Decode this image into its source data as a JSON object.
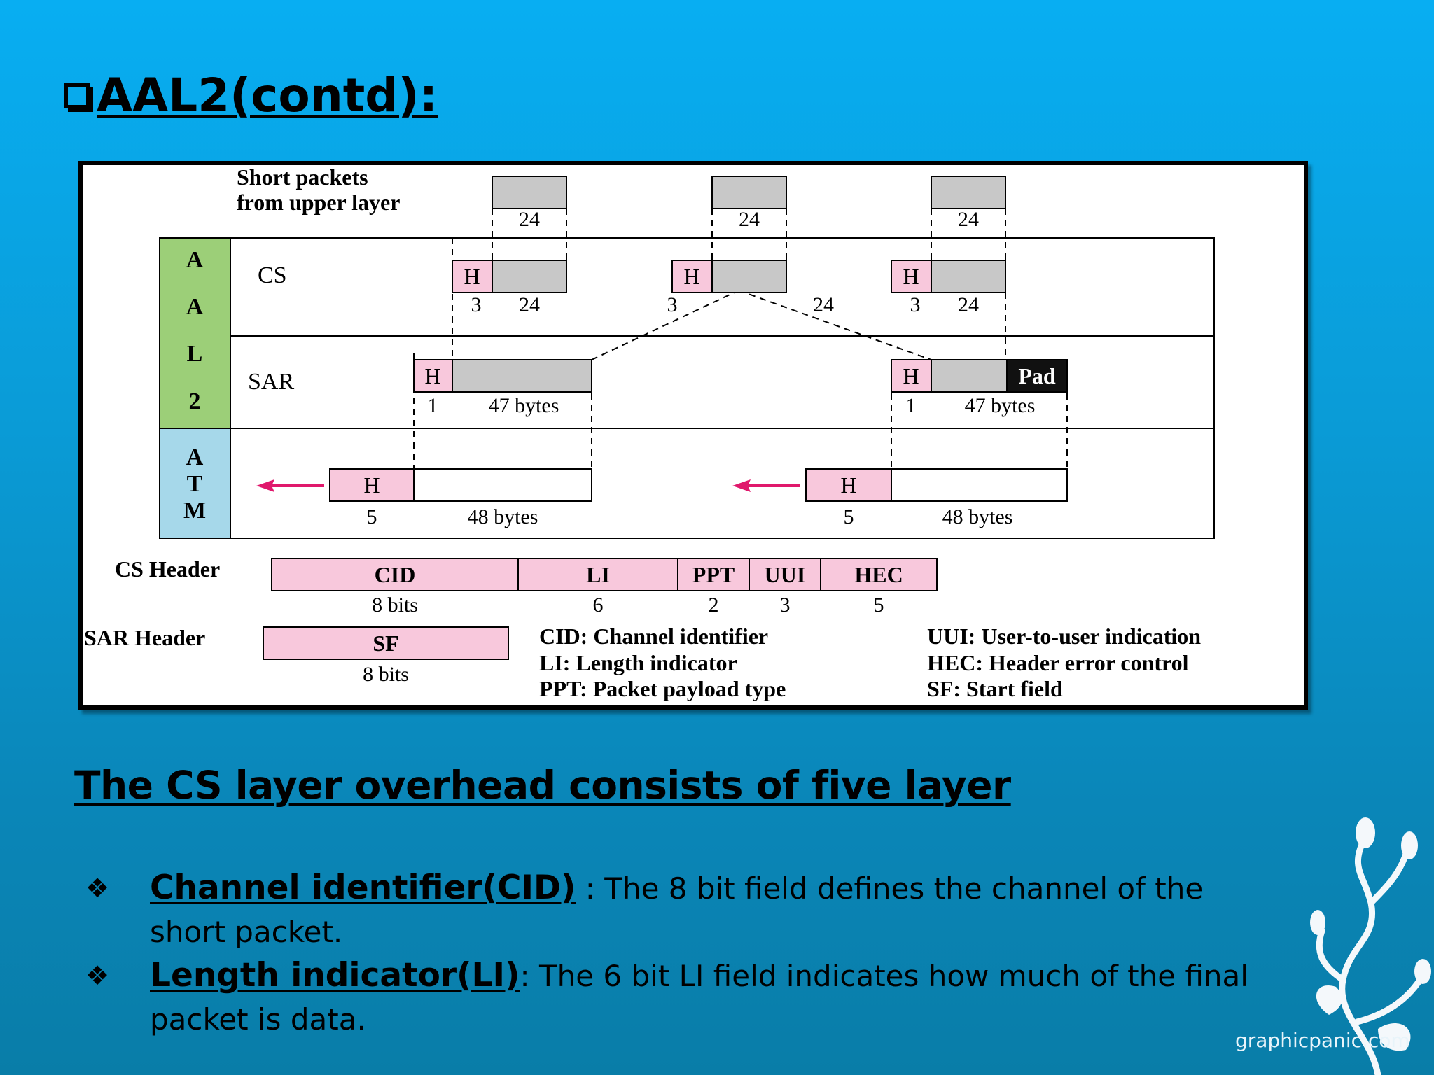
{
  "slide": {
    "title": "AAL2(contd):",
    "subheading": "The CS layer overhead consists of five layer",
    "bullets": [
      {
        "term": "Channel identifier(CID)",
        "text": " : The 8 bit field defines the channel of the short packet."
      },
      {
        "term": "Length indicator(LI)",
        "text": ": The 6 bit LI field indicates how much of the final packet is data."
      }
    ],
    "watermark": "graphicpanic.com"
  },
  "figure": {
    "upper_label_1": "Short packets",
    "upper_label_2": "from upper layer",
    "aal2_letters": [
      "A",
      "A",
      "L",
      "2"
    ],
    "atm_letters": [
      "A",
      "T",
      "M"
    ],
    "cs_label": "CS",
    "sar_label": "SAR",
    "h": "H",
    "pad": "Pad",
    "n24": "24",
    "n3": "3",
    "n1": "1",
    "n5": "5",
    "bytes47": "47 bytes",
    "bytes48": "48 bytes",
    "cs_header_label": "CS Header",
    "sar_header_label": "SAR Header",
    "cs_fields": [
      {
        "name": "CID",
        "bits": "8 bits"
      },
      {
        "name": "LI",
        "bits": "6"
      },
      {
        "name": "PPT",
        "bits": "2"
      },
      {
        "name": "UUI",
        "bits": "3"
      },
      {
        "name": "HEC",
        "bits": "5"
      }
    ],
    "sar_field": {
      "name": "SF",
      "bits": "8 bits"
    },
    "legend": [
      "CID: Channel identifier",
      "LI: Length indicator",
      "PPT: Packet payload type",
      "UUI: User-to-user indication",
      "HEC: Header error control",
      "SF: Start field"
    ],
    "colors": {
      "header_pink": "#f8c8dc",
      "payload_gray": "#c8c8c8",
      "aal2_green": "#9ccf78",
      "atm_blue": "#a6d8ea",
      "arrow": "#e0186c"
    }
  }
}
